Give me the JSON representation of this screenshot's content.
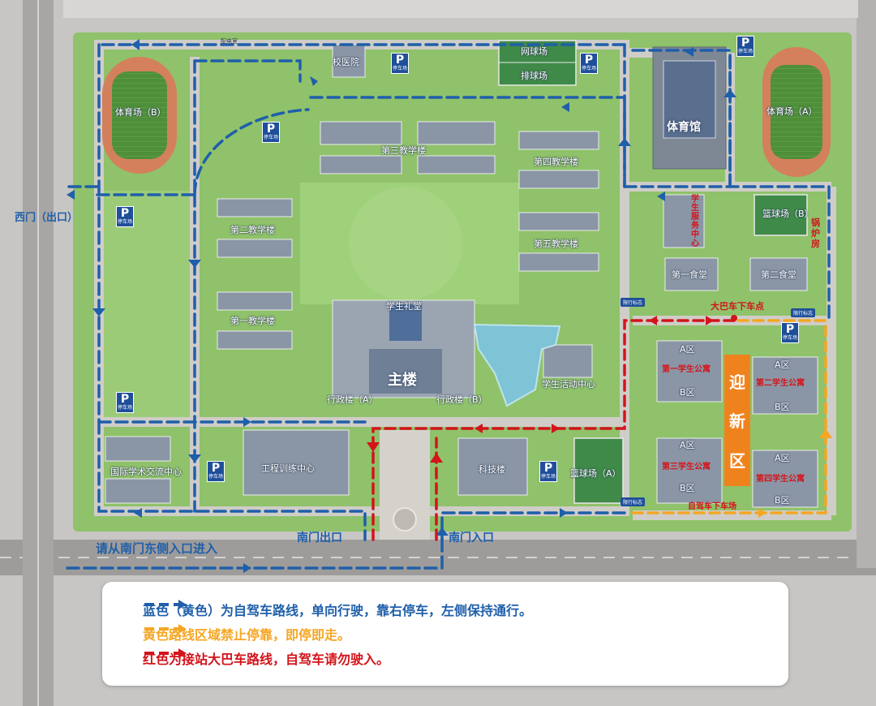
{
  "labels": {
    "west_gate": "西门（出口）",
    "clinic": "校医院",
    "tennis": "网球场",
    "volleyball": "排球场",
    "stadium_b": "体育场（B）",
    "stadium_a": "体育场（A）",
    "gym": "体育馆",
    "teach3": "第三教学楼",
    "teach4": "第四教学楼",
    "teach5": "第五教学楼",
    "teach2": "第二教学楼",
    "teach1": "第一教学楼",
    "service": "学生服务中心",
    "basket_b": "篮球场（B）",
    "boiler": "锅炉房",
    "canteen1": "第一食堂",
    "canteen2": "第二食堂",
    "auditorium": "学生礼堂",
    "main": "主楼",
    "admin_a": "行政楼（A）",
    "admin_b": "行政楼（B）",
    "activity": "学生活动中心",
    "bus_stop": "大巴车下车点",
    "dorm1": "第一学生公寓",
    "dorm2": "第二学生公寓",
    "dorm3": "第三学生公寓",
    "dorm4": "第四学生公寓",
    "zone_a": "A区",
    "zone_b": "B区",
    "welcome": [
      "迎",
      "新",
      "区"
    ],
    "intl": "国际学术交流中心",
    "training": "工程训练中心",
    "tech": "科技楼",
    "basket_a": "篮球场（A）",
    "car_drop": "自驾车下车场",
    "south_exit": "南门出口",
    "south_entry": "南门入口",
    "enter_hint": "请从南门东侧入口进入",
    "gate_sign": "限行标志",
    "power": "配电室"
  },
  "legend": [
    {
      "color": "#1f5faa",
      "text": "蓝色（黄色）为自驾车路线，单向行驶，靠右停车，左侧保持通行。",
      "text_color": "#1f5faa"
    },
    {
      "color": "#f5a623",
      "text": "黄色路线区域禁止停靠，即停即走。",
      "text_color": "#f5a623"
    },
    {
      "color": "#d3141b",
      "text": "红色为接站大巴车路线，自驾车请勿驶入。",
      "text_color": "#d3141b"
    }
  ],
  "colors": {
    "route_blue": "#1f5faa",
    "route_yellow": "#f5a623",
    "route_red": "#d3141b",
    "zone_orange": "#f0821e",
    "parking": "#1f4f9a"
  }
}
